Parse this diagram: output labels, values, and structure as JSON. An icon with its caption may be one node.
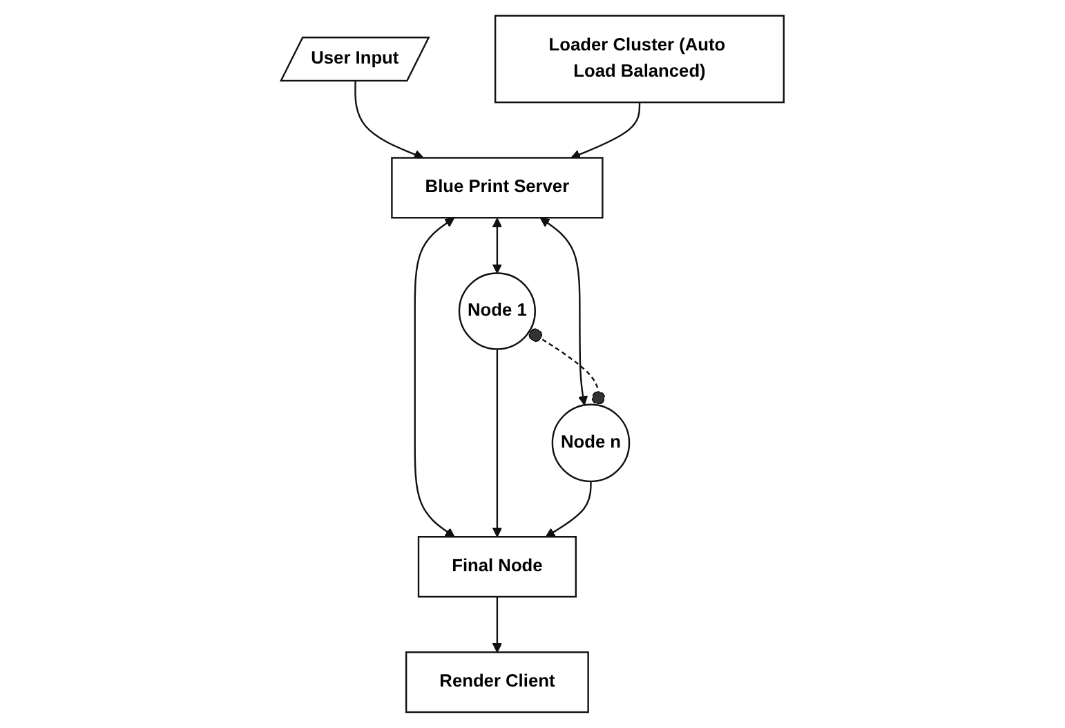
{
  "diagram": {
    "nodes": [
      {
        "text": [
          "User Input"
        ]
      },
      {
        "text": [
          "Loader Cluster (Auto Load Balanced)"
        ]
      },
      {
        "text": [
          "Blue Print Server"
        ]
      },
      {
        "text": [
          "Node 1"
        ]
      },
      {
        "text": [
          "Node n"
        ]
      },
      {
        "text": [
          "Final Node"
        ]
      },
      {
        "text": [
          "Render Client"
        ]
      }
    ],
    "edges": [
      {
        "from": 0,
        "to": 2,
        "arrow": "to"
      },
      {
        "from": 1,
        "to": 2,
        "arrow": "to"
      },
      {
        "from": 2,
        "to": 3,
        "arrow": "both"
      },
      {
        "from": 2,
        "to": 4,
        "arrow": "both"
      },
      {
        "from": 3,
        "to": 4,
        "arrow": "other",
        "style": "dashed"
      },
      {
        "from": 2,
        "to": 5,
        "arrow": "both"
      },
      {
        "from": 3,
        "to": 5,
        "arrow": "to"
      },
      {
        "from": 4,
        "to": 5,
        "arrow": "to"
      },
      {
        "from": 5,
        "to": 6,
        "arrow": "to"
      }
    ]
  }
}
